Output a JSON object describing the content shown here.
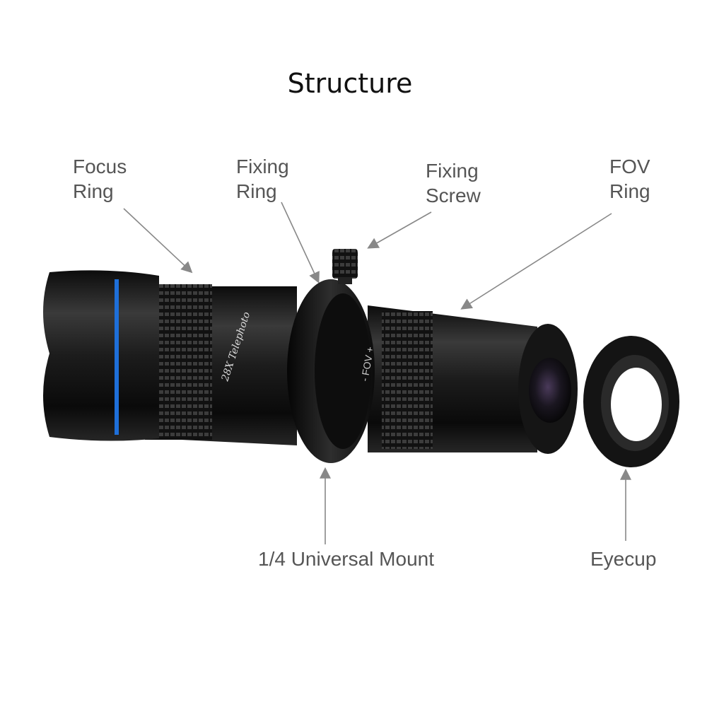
{
  "title": "Structure",
  "labels": {
    "focus_ring": "Focus\nRing",
    "fixing_ring": "Fixing\nRing",
    "fixing_screw": "Fixing\nScrew",
    "fov_ring": "FOV\nRing",
    "universal_mount": "1/4 Universal Mount",
    "eyecup": "Eyecup"
  },
  "product_markings": {
    "model": "28X Telephoto",
    "fov": "- FOV +"
  },
  "colors": {
    "accent_ring": "#1e6fd9",
    "label_text": "#555555",
    "arrow": "#888888",
    "body": "#1a1a1a"
  }
}
